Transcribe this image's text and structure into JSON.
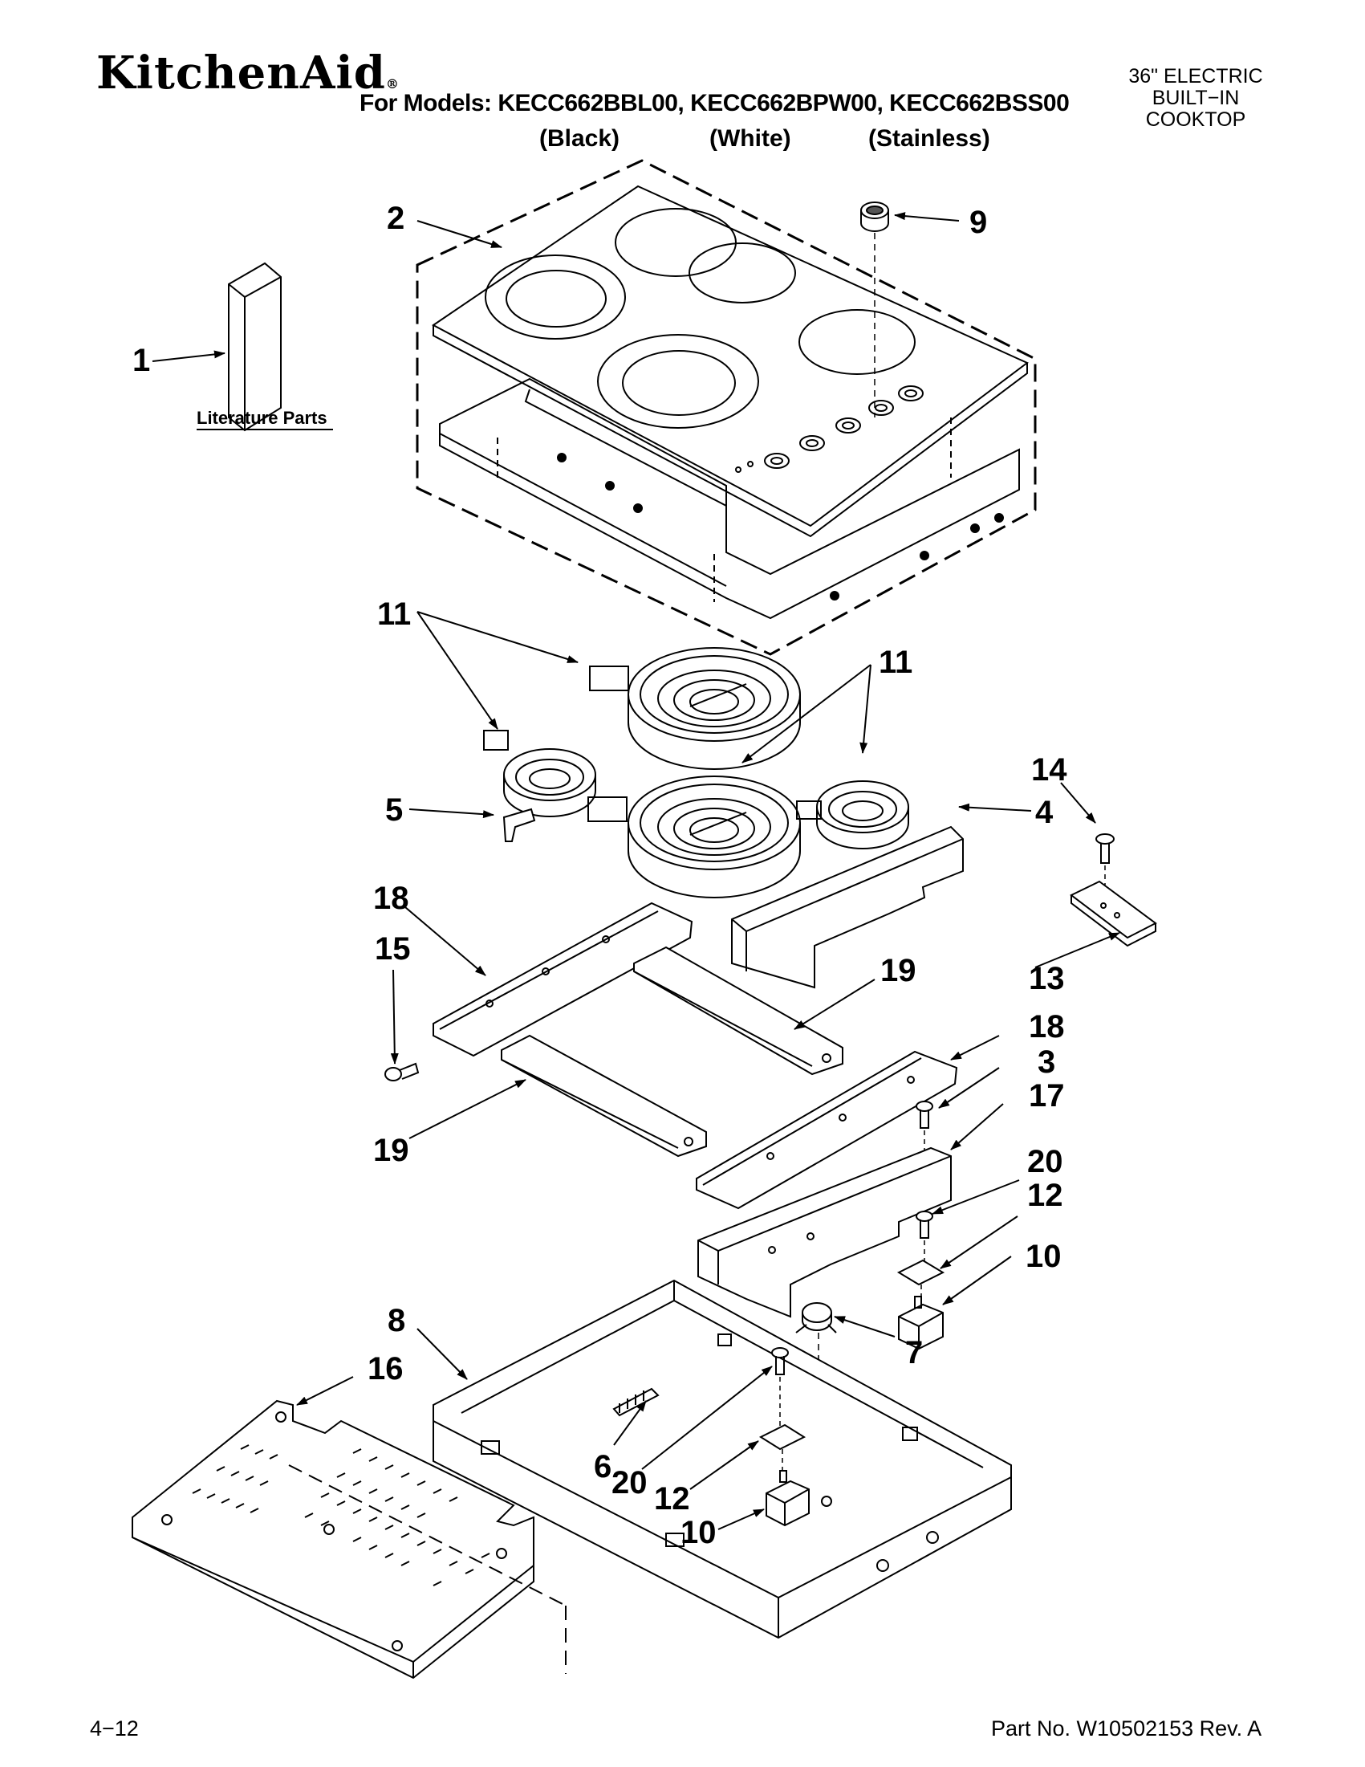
{
  "header": {
    "brand": "KitchenAid",
    "brand_mark": "®",
    "models_line": "For Models: KECC662BBL00, KECC662BPW00, KECC662BSS00",
    "colors": [
      "(Black)",
      "(White)",
      "(Stainless)"
    ],
    "product_lines": [
      "36\" ELECTRIC",
      "BUILT−IN",
      "COOKTOP"
    ]
  },
  "diagram": {
    "literature_label": "Literature Parts",
    "callouts": [
      "1",
      "2",
      "9",
      "11",
      "11",
      "5",
      "4",
      "14",
      "13",
      "18",
      "15",
      "19",
      "19",
      "18",
      "3",
      "17",
      "20",
      "12",
      "10",
      "8",
      "16",
      "7",
      "6",
      "20",
      "12",
      "10"
    ]
  },
  "footer": {
    "page": "4−12",
    "part_no": "Part No. W10502153 Rev. A"
  }
}
